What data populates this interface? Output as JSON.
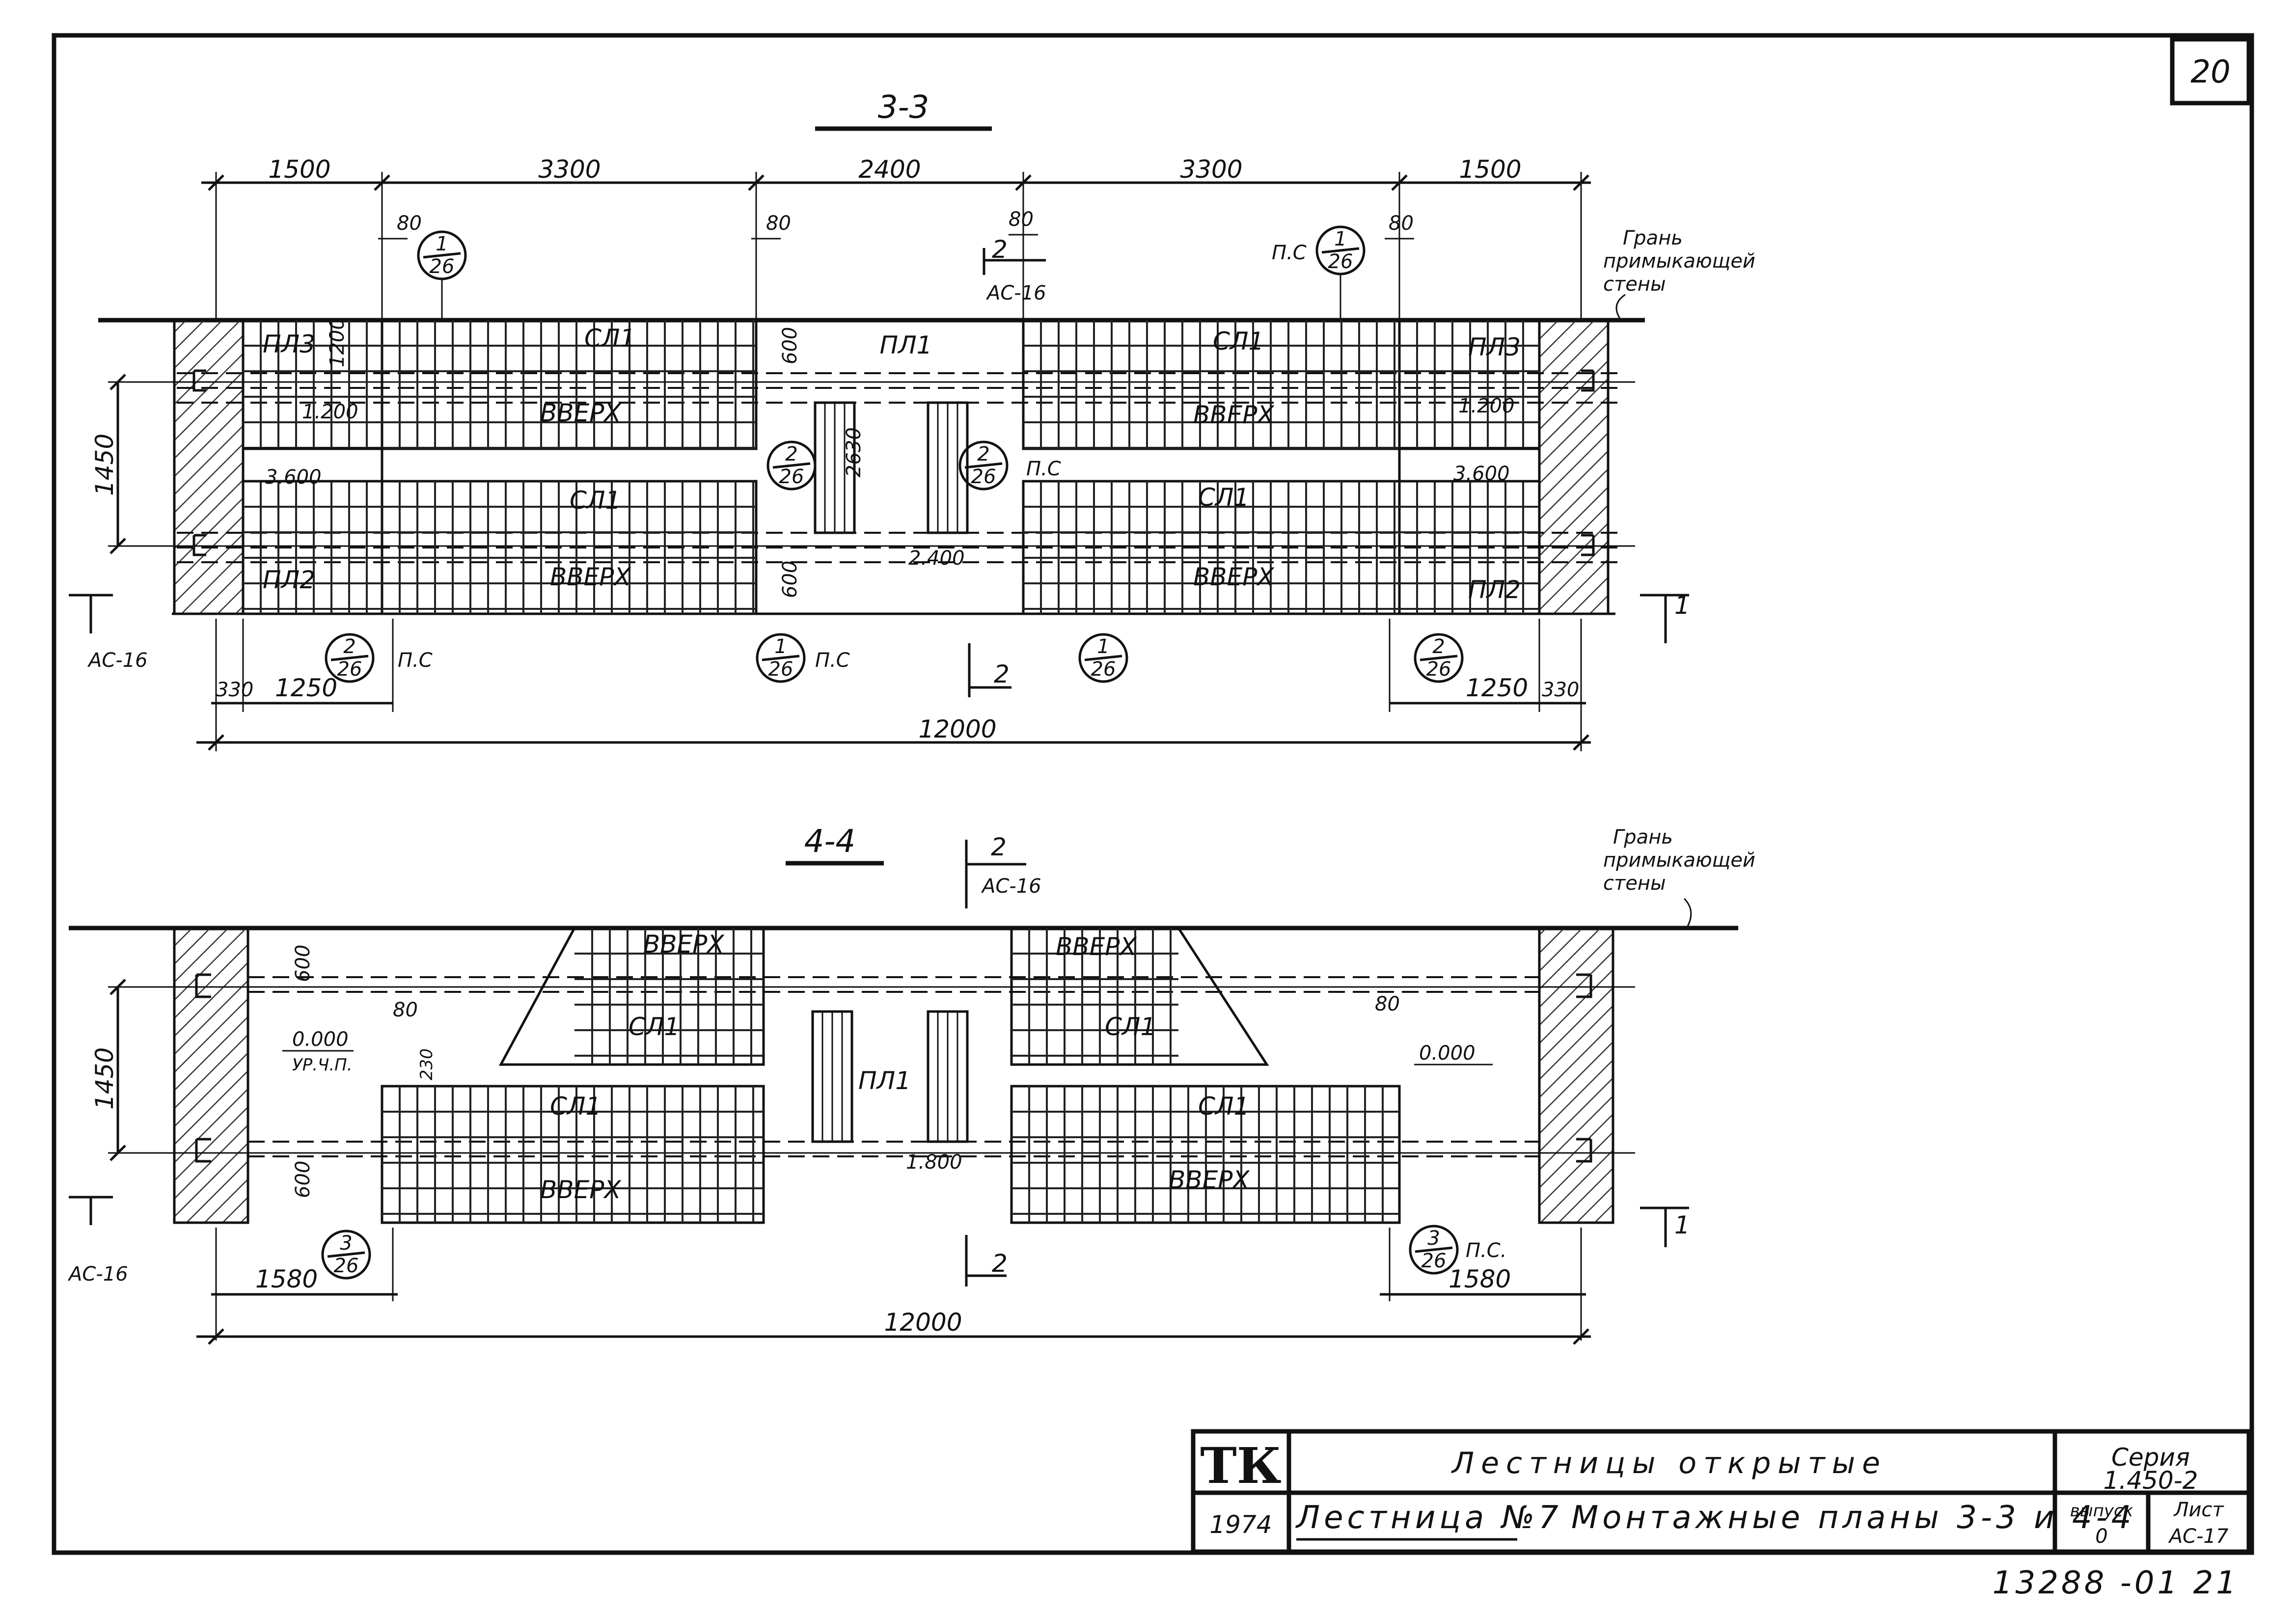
{
  "sheet_number": "20",
  "footer_code": "13288 -01  21",
  "section_33": {
    "title": "3-3",
    "top_dims": [
      "1500",
      "3300",
      "2400",
      "3300",
      "1500"
    ],
    "small_80": [
      "80",
      "80",
      "80",
      "80"
    ],
    "overall": "12000",
    "bottom_dims": [
      "330",
      "1250",
      "1250",
      "330"
    ],
    "side_dim": "1450",
    "labels": {
      "pl3_left": "ПЛ3",
      "pl3_right": "ПЛ3",
      "pl2_left": "ПЛ2",
      "pl2_right": "ПЛ2",
      "pl1": "ПЛ1",
      "sl1": "СЛ1",
      "up": "ВВЕРХ",
      "ps": "П.С",
      "as16": "АС-16",
      "dim_1200": "1200",
      "dim_600": "600",
      "dim_2630": "2630",
      "lev_1200": "1.200",
      "lev_3600": "3.600",
      "lev_2400": "2.400"
    },
    "wall_note": [
      "Грань",
      "примыкающей",
      "стены"
    ],
    "callouts": [
      {
        "top": "1",
        "bottom": "26"
      },
      {
        "top": "1",
        "bottom": "26"
      },
      {
        "top": "2",
        "bottom": "26"
      },
      {
        "top": "2",
        "bottom": "26"
      },
      {
        "top": "2",
        "bottom": "26"
      },
      {
        "top": "1",
        "bottom": "26"
      },
      {
        "top": "1",
        "bottom": "26"
      },
      {
        "top": "2",
        "bottom": "26"
      }
    ],
    "cut_marks": [
      "2",
      "1"
    ]
  },
  "section_44": {
    "title": "4-4",
    "overall": "12000",
    "dims": [
      "1580",
      "1580",
      "600",
      "600",
      "1450",
      "80",
      "80",
      "230"
    ],
    "labels": {
      "up": "ВВЕРХ",
      "sl1": "СЛ1",
      "pl1": "ПЛ1",
      "lev_0": "0.000",
      "lev_0_note": "УР.Ч.П.",
      "lev_1800": "1.800",
      "ps": "П.С.",
      "as16": "АС-16"
    },
    "wall_note": [
      "Грань",
      "примыкающей",
      "стены"
    ],
    "callouts": [
      {
        "top": "3",
        "bottom": "26"
      },
      {
        "top": "3",
        "bottom": "26"
      }
    ],
    "cut_marks": [
      "2",
      "1"
    ]
  },
  "title_block": {
    "logo": "ТК",
    "year": "1974",
    "title": "Лестницы открытые",
    "subtitle_left": "Лестница №7",
    "subtitle_right": "Монтажные планы 3-3 и 4-4",
    "series_label": "Серия",
    "series_value": "1.450-2",
    "issue_label": "выпуск",
    "issue_value": "0",
    "sheet_label": "Лист",
    "sheet_value": "АС-17"
  }
}
